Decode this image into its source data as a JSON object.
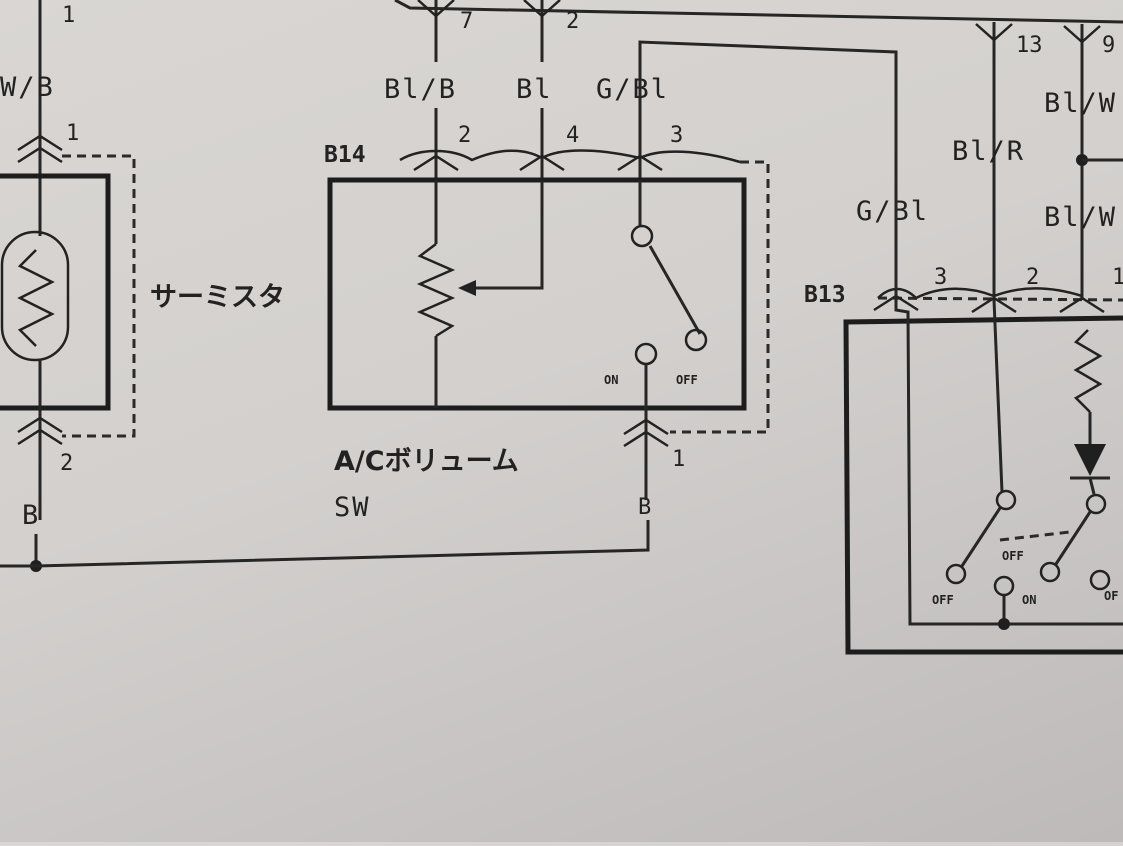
{
  "left_component": {
    "name": "サーミスタ",
    "top_pin": "1",
    "top_wire": "W/B",
    "connector_pin_top": "1",
    "connector_pin_bottom": "2",
    "bottom_wire": "B",
    "edge_pin_top": "1"
  },
  "ac_switch": {
    "connector": "B14",
    "name_line1": "A/Cボリューム",
    "name_line2": "SW",
    "wire_labels": [
      "Bl/B",
      "Bl",
      "G/Bl"
    ],
    "pins": [
      "2",
      "4",
      "3"
    ],
    "upper_pins": [
      "7",
      "2"
    ],
    "bottom_pin": "1",
    "bottom_wire": "B",
    "switch_on": "ON",
    "switch_off": "OFF"
  },
  "right_component": {
    "connector": "B13",
    "upper_pins": [
      "13",
      "9"
    ],
    "wire_labels": [
      "G/Bl",
      "Bl/R",
      "Bl/W",
      "Bl/W"
    ],
    "pins": [
      "3",
      "2",
      "1"
    ],
    "switch_labels": [
      "OFF",
      "OFF",
      "ON",
      "OF"
    ]
  }
}
